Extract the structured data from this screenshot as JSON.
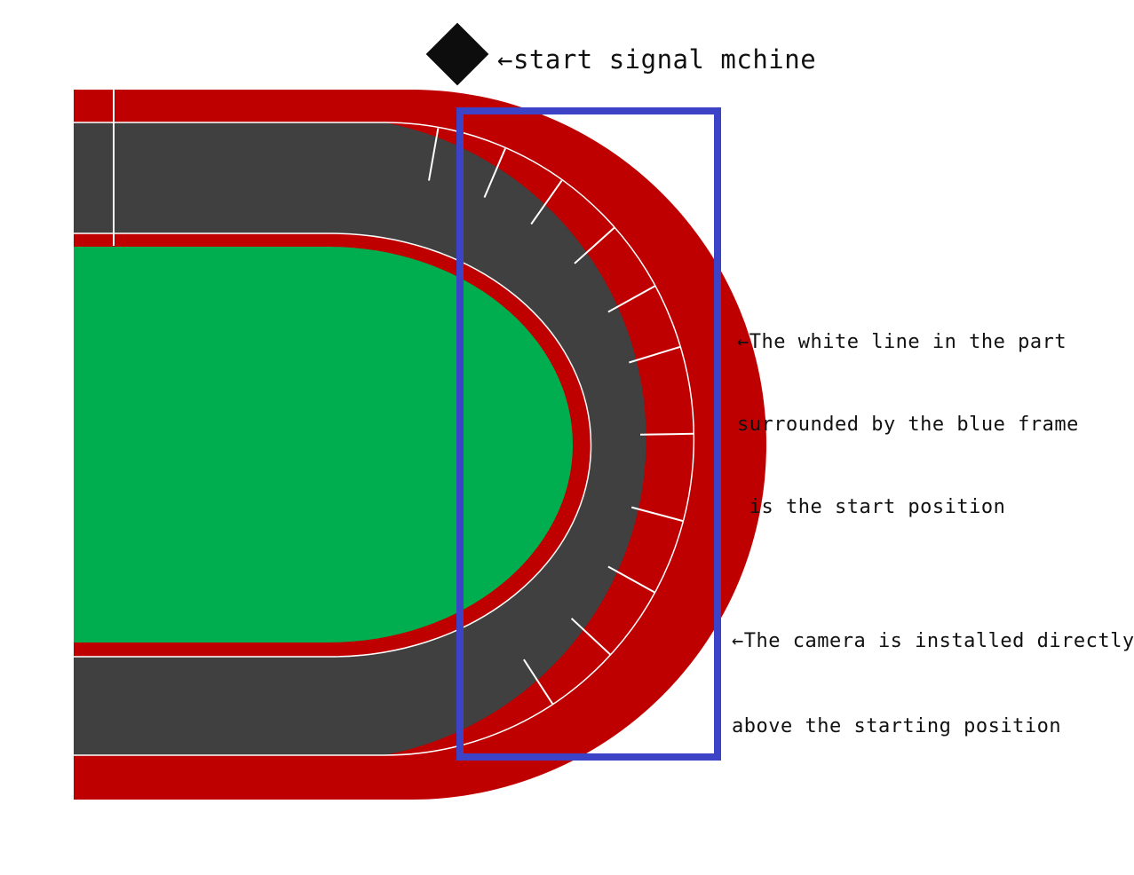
{
  "diagram": {
    "colors": {
      "background": "#ffffff",
      "track_border": "#bf0000",
      "track_surface": "#404040",
      "infield": "#00ad4f",
      "lines": "#ffffff",
      "frame": "#3c43c6",
      "signal_machine": "#0d0d0d"
    },
    "icons": {
      "signal_machine": "diamond-icon",
      "arrow": "left-arrow-icon"
    }
  },
  "labels": {
    "signal_machine": "←start signal mchine",
    "white_line": [
      "←The white line in the part",
      "surrounded by the blue frame",
      " is the start position"
    ],
    "camera": [
      "←The camera is installed directly",
      "above the starting position"
    ]
  }
}
